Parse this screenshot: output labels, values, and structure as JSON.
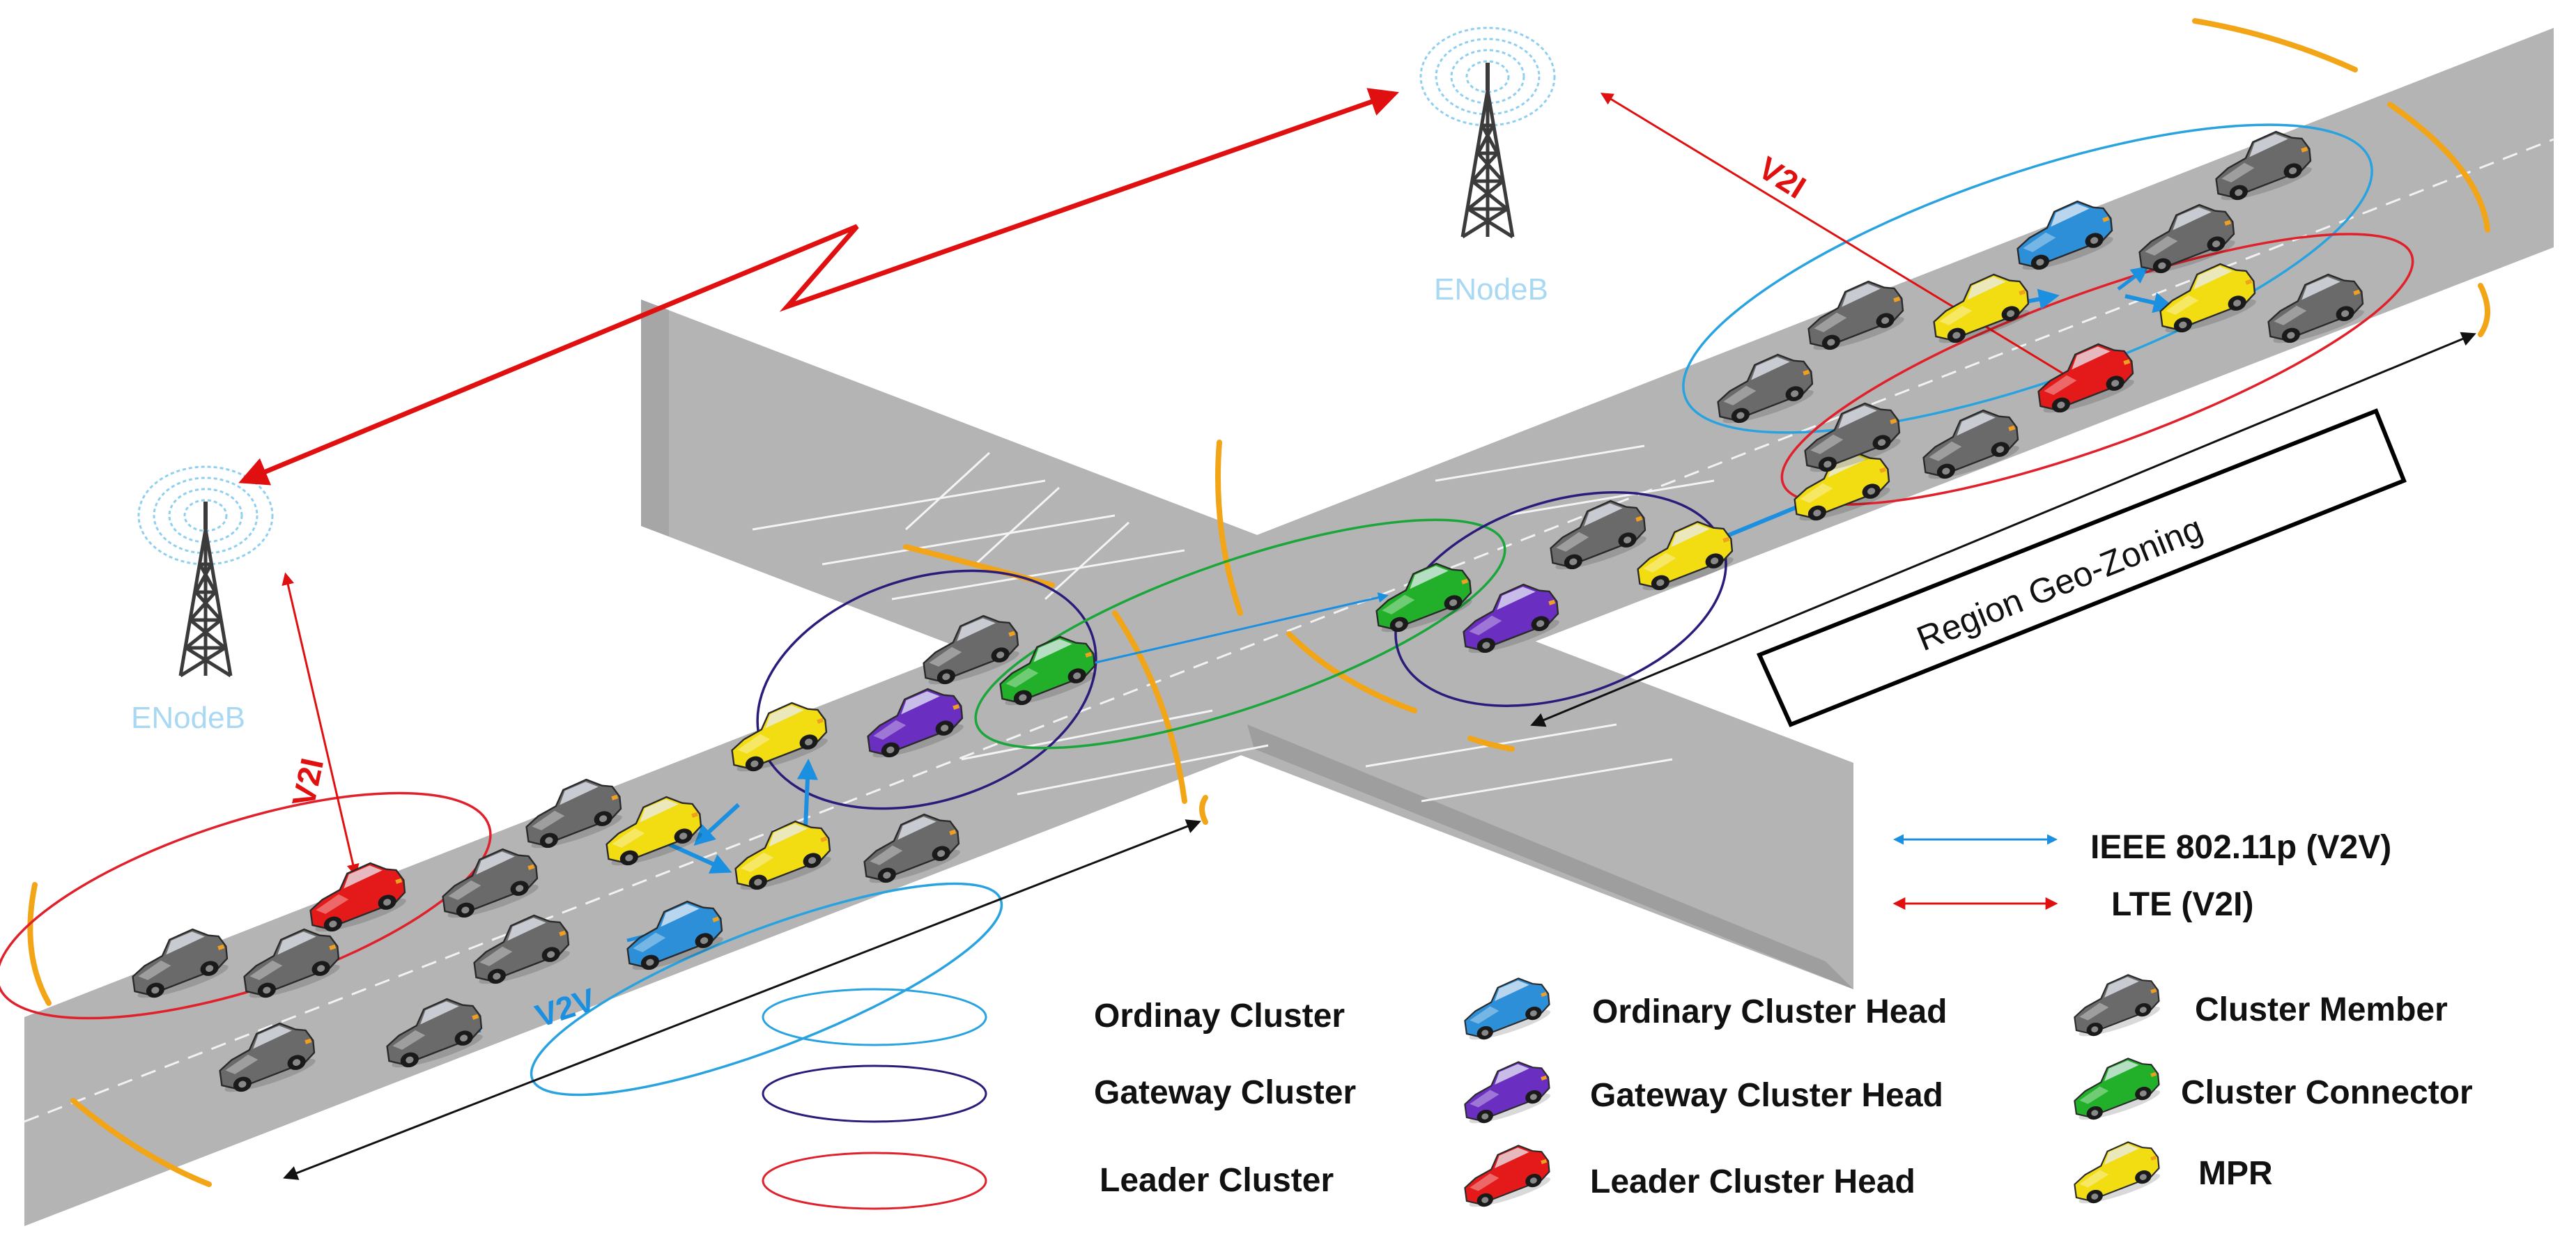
{
  "towers": [
    {
      "label": "ENodeB"
    },
    {
      "label": "ENodeB"
    }
  ],
  "link_labels": {
    "v2i": "V2I",
    "v2v": "V2V"
  },
  "zone_label": "Region Geo-Zoning",
  "colors": {
    "ordinary_cluster": "#29a3e0",
    "gateway_cluster": "#2b1b7a",
    "leader_cluster": "#e0202a",
    "cluster_connector_link": "#1aa63a",
    "v2v_link": "#1b8fe0",
    "v2i_link": "#e01010",
    "zone_arc": "#f2a516",
    "tower_label": "#a9d8f2",
    "road": "#b4b4b4",
    "car_ordinary_head": "#2c8fd8",
    "car_gateway_head": "#6a2fc0",
    "car_leader_head": "#e41a1a",
    "car_member": "#6a6a6a",
    "car_connector": "#22b02a",
    "car_mpr": "#f2dc12"
  },
  "legend": {
    "links": [
      {
        "label": "IEEE 802.11p (V2V)",
        "color": "#1b8fe0"
      },
      {
        "label": "LTE (V2I)",
        "color": "#e01010"
      }
    ],
    "clusters": [
      {
        "label": "Ordinay Cluster",
        "color": "#29a3e0"
      },
      {
        "label": "Gateway Cluster",
        "color": "#2b1b7a"
      },
      {
        "label": "Leader Cluster",
        "color": "#e0202a"
      }
    ],
    "heads": [
      {
        "label": "Ordinary Cluster Head",
        "color": "#2c8fd8"
      },
      {
        "label": "Gateway Cluster Head",
        "color": "#6a2fc0"
      },
      {
        "label": "Leader Cluster Head",
        "color": "#e41a1a"
      }
    ],
    "roles": [
      {
        "label": "Cluster Member",
        "color": "#6a6a6a"
      },
      {
        "label": "Cluster Connector",
        "color": "#22b02a"
      },
      {
        "label": "MPR",
        "color": "#f2dc12"
      }
    ]
  }
}
